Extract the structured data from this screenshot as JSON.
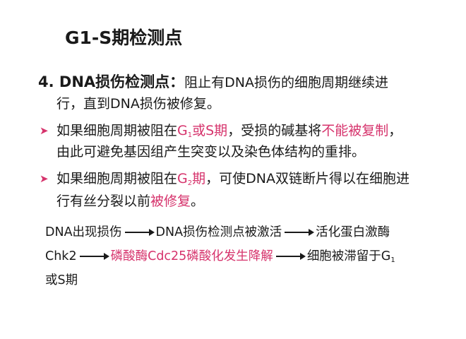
{
  "title": "G1-S期检测点",
  "point4": {
    "heading": "4. DNA损伤检测点：",
    "text_a": "阻止有DNA损伤的细胞周期继续进",
    "text_b": "行，直到DNA损伤被修复。"
  },
  "bullet1": {
    "t1": "如果细胞周期被阻在",
    "hl1_g": "G",
    "hl1_sub": "1",
    "hl1_rest": "或S期",
    "t2": "，受损的碱基将",
    "hl2": "不能被复制",
    "t3": "，",
    "line2": "由此可避免基因组产生突变以及染色体结构的重排。"
  },
  "bullet2": {
    "t1": "如果细胞周期被阻在",
    "hl1_g": "G",
    "hl1_sub": "2",
    "hl1_rest": "期",
    "t2": "，可使DNA双链断片得以在细胞进",
    "line2_a": "行有丝分裂以前",
    "line2_hl": "被修复",
    "line2_b": "。"
  },
  "flow": {
    "s1": "DNA出现损伤",
    "s2": "DNA损伤检测点被激活",
    "s3": "活化蛋白激酶",
    "s4": "Chk2",
    "s5": "磷酸酶Cdc25磷酸化发生降解",
    "s6": "细胞被滞留于G",
    "s6_sub": "1",
    "s7": "或S期"
  },
  "colors": {
    "highlight": "#d6336c",
    "text": "#1a1a1a"
  }
}
